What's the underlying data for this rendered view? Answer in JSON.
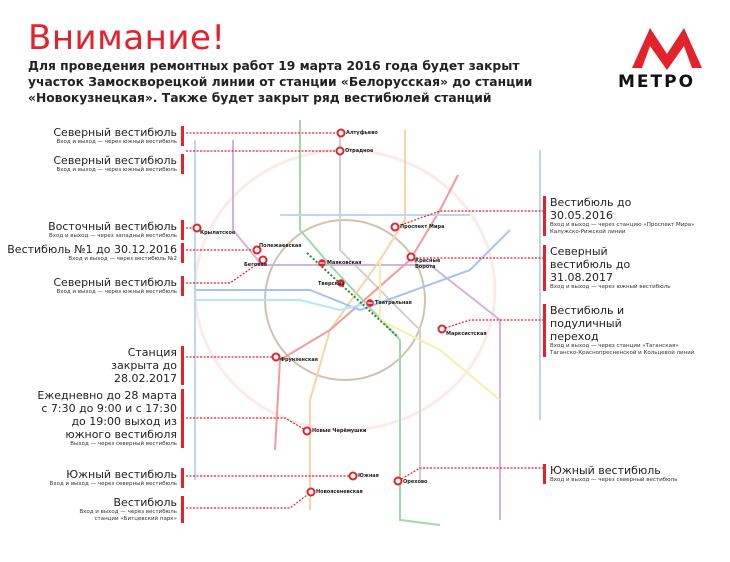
{
  "header": {
    "title": "Внимание!",
    "intro": "Для проведения ремонтных работ 19 марта 2016 года будет закрыт участок Замоскворецкой линии от станции «Белорусская» до станции «Новокузнецкая». Также будет закрыт ряд вестибюлей станций"
  },
  "logo": {
    "text": "МЕТРО",
    "color": "#e4222c"
  },
  "left_notes": [
    {
      "title": "Северный вестибюль",
      "sub": "Вход и выход — через южный вестибюль"
    },
    {
      "title": "Северный вестибюль",
      "sub": "Вход и выход — через южный вестибюль"
    },
    {
      "title": "Восточный вестибюль",
      "sub": "Вход и выход — через западный вестибюль"
    },
    {
      "title": "Вестибюль №1 до 30.12.2016",
      "sub": "Вход и выход — через вестибюль №2"
    },
    {
      "title": "Северный вестибюль",
      "sub": "Вход и выход — через южный вестибюль"
    },
    {
      "title": "Станция закрыта до 28.02.2017",
      "sub": ""
    },
    {
      "title": "Ежедневно до 28 марта с 7:30 до 9:00 и с 17:30 до 19:00 выход из южного вестибюля",
      "sub": "Выход — через северный вестибюль"
    },
    {
      "title": "Южный вестибюль",
      "sub": "Вход и выход — через северный вестибюль"
    },
    {
      "title": "Вестибюль",
      "sub": "Вход и выход — через вестибюль станции «Битцевский парк»"
    }
  ],
  "right_notes": [
    {
      "title": "Вестибюль до 30.05.2016",
      "sub": "Вход и выход — через станцию «Проспект Мира» Калужско-Рижской линии"
    },
    {
      "title": "Северный вестибюль до 31.08.2017",
      "sub": "Вход и выход — через южный вестибюль"
    },
    {
      "title": "Вестибюль и подуличный переход",
      "sub": "Вход и выход — через станции «Таганская» Таганско-Краснопресненской и Кольцевой линий"
    },
    {
      "title": "Южный вестибюль",
      "sub": "Вход и выход — через северный вестибюль"
    }
  ],
  "stations": [
    "Алтуфьево",
    "Отрадное",
    "Крылатское",
    "Полежаевская",
    "Беговая",
    "Маяковская",
    "Тверская",
    "Театральная",
    "Проспект Мира",
    "Красные Ворота",
    "Марксистская",
    "Фрунзенская",
    "Новые Черёмушки",
    "Южная",
    "Орехово",
    "Новоясеневская"
  ],
  "colors": {
    "accent": "#e4222c",
    "closed_segment": "#2e8b3a"
  }
}
